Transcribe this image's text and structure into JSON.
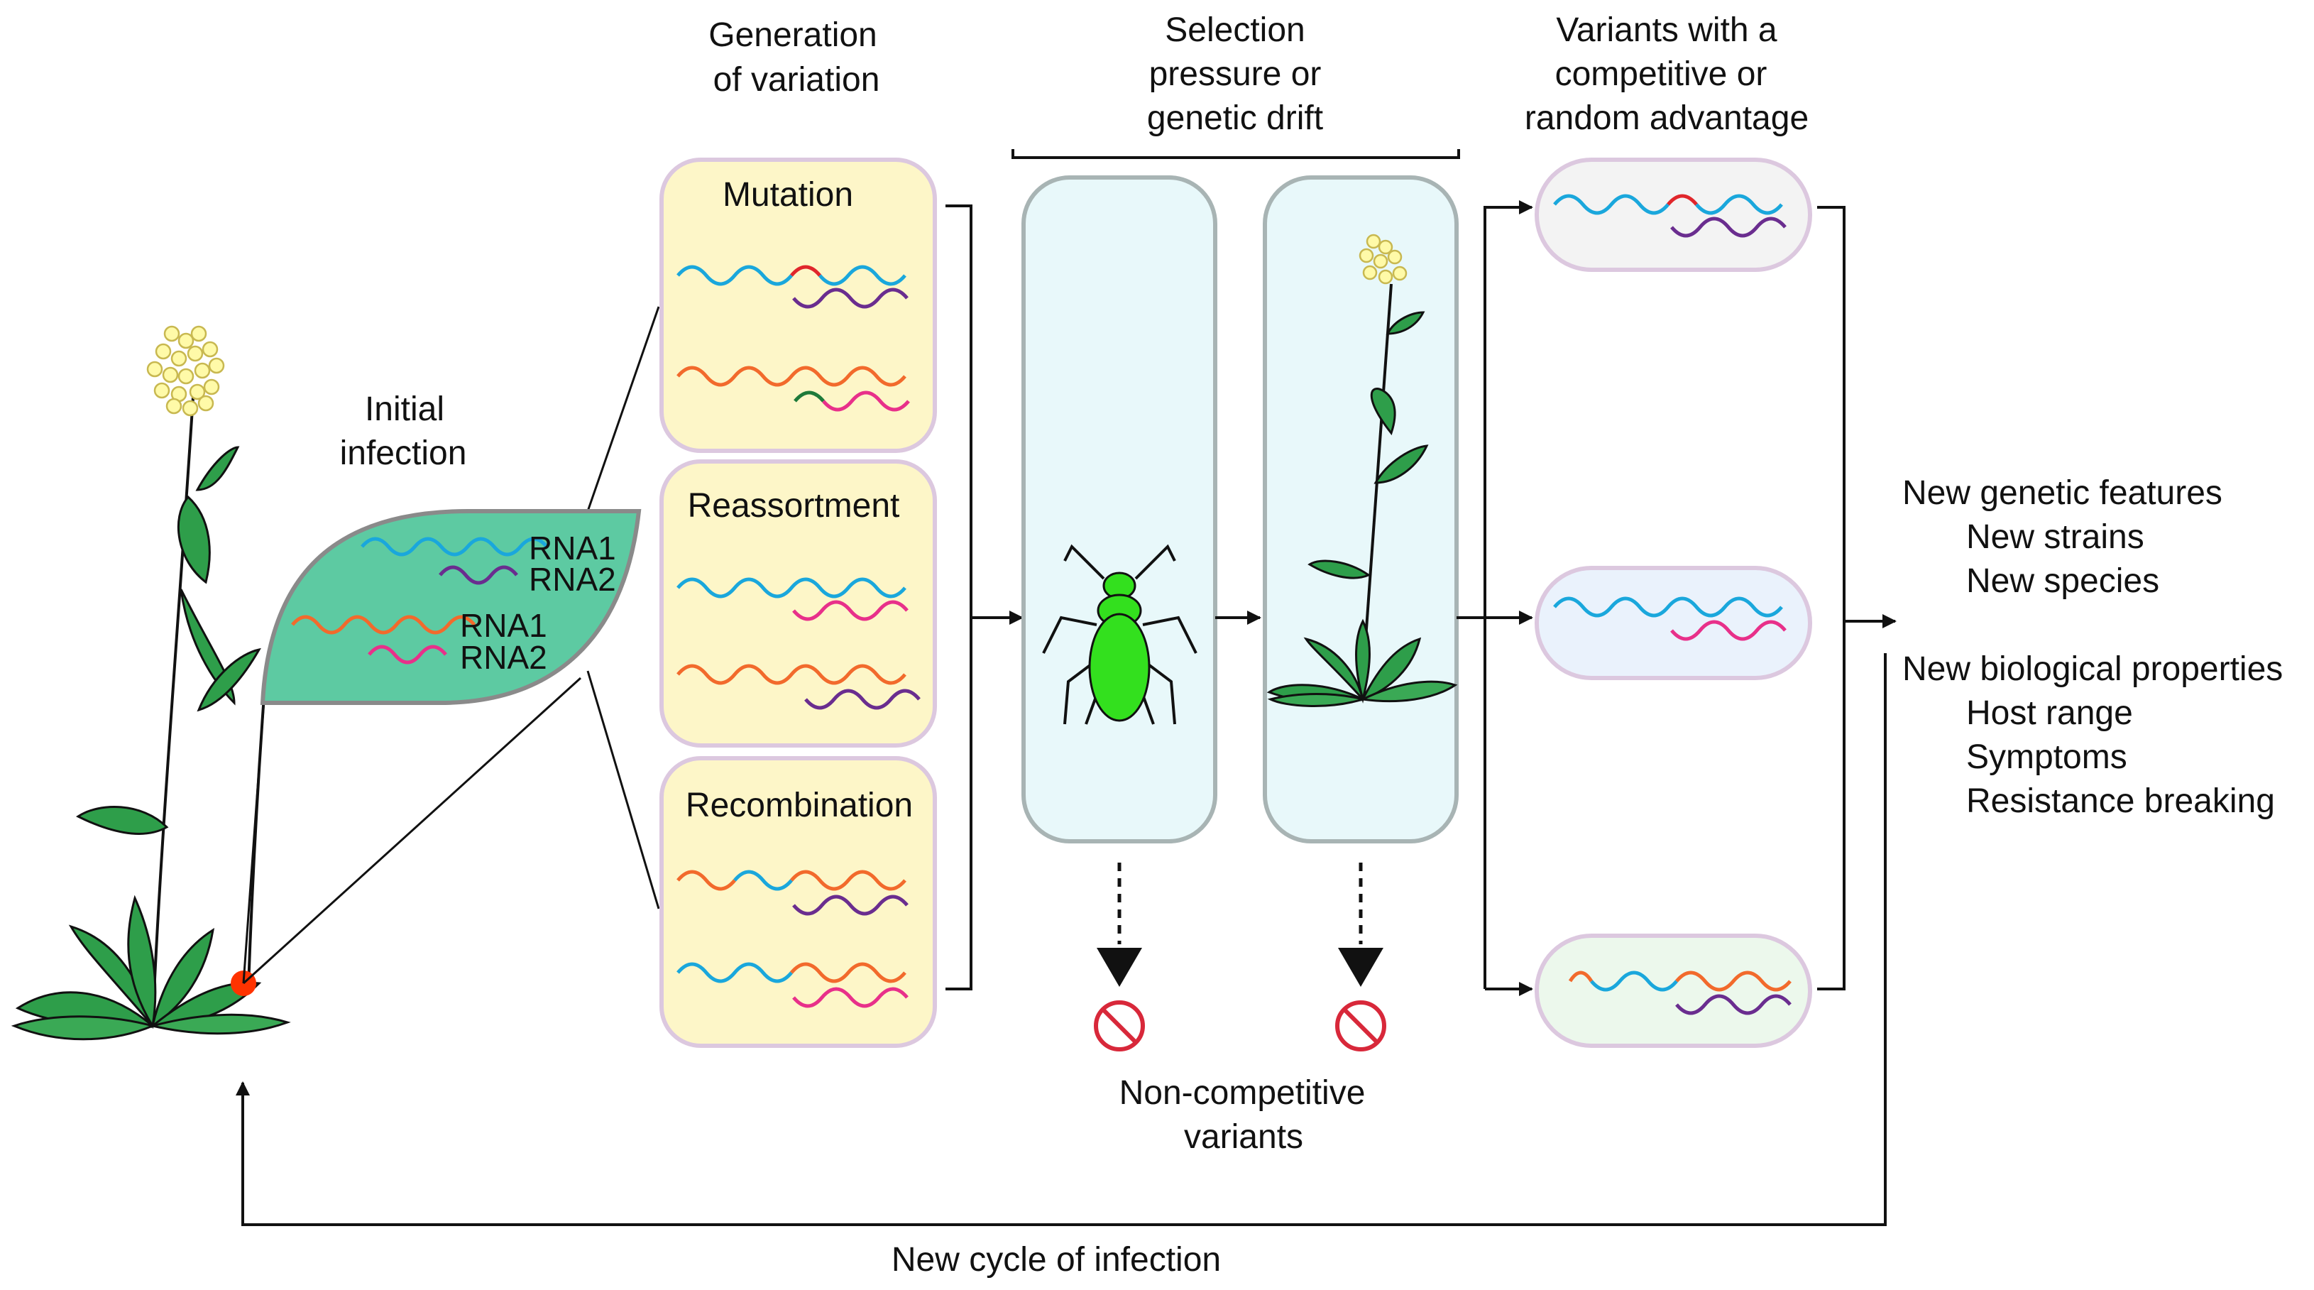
{
  "colors": {
    "rna_blue": "#1aa7dc",
    "rna_orange": "#f26a2c",
    "rna_purple": "#6a2d8f",
    "rna_pink": "#e8308a",
    "rna_red": "#e0262b",
    "rna_green": "#1e7a3a",
    "leaf_green": "#2e9e4a",
    "infected_leaf": "#5dcaa2",
    "variation_box": "#fdf6c8",
    "variation_border": "#dcc8df",
    "selection_box": "#e8f8fa",
    "selection_border": "#a8b4b4",
    "aphid": "#33e01e",
    "flower": "#fffaa8",
    "no_symbol": "#d8283a",
    "infection_dot": "#ff3300"
  },
  "icons": [
    "plant-icon",
    "infected-leaf-icon",
    "aphid-icon",
    "no-entry-icon",
    "infection-site-dot"
  ],
  "headers": {
    "generation": [
      "Generation",
      "of variation"
    ],
    "selection": [
      "Selection",
      "pressure or",
      "genetic drift"
    ],
    "variants": [
      "Variants with a",
      "competitive or",
      "random advantage"
    ]
  },
  "initial_infection": {
    "label": [
      "Initial",
      "infection"
    ],
    "rna_labels": [
      "RNA1",
      "RNA2",
      "RNA1",
      "RNA2"
    ]
  },
  "variation": {
    "boxes": [
      "Mutation",
      "Reassortment",
      "Recombination"
    ]
  },
  "non_competitive": [
    "Non-competitive",
    "variants"
  ],
  "outcomes": {
    "genetic": {
      "title": "New genetic features",
      "items": [
        "New strains",
        "New species"
      ]
    },
    "biological": {
      "title": "New biological properties",
      "items": [
        "Host range",
        "Symptoms",
        "Resistance breaking"
      ]
    }
  },
  "cycle_label": "New cycle of infection"
}
